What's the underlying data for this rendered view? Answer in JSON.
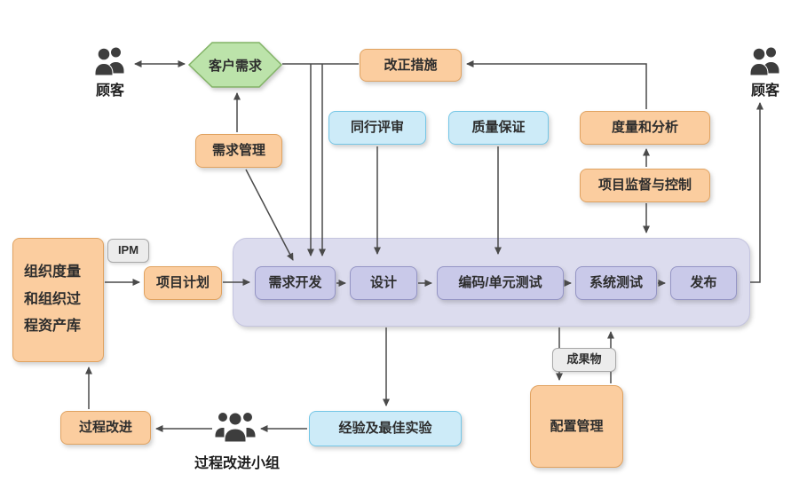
{
  "actors": {
    "customer_left": "顾客",
    "customer_right": "顾客",
    "process_improvement_team": "过程改进小组"
  },
  "nodes": {
    "customer_requirements": "客户需求",
    "corrective_actions": "改正措施",
    "requirements_management": "需求管理",
    "peer_review": "同行评审",
    "quality_assurance": "质量保证",
    "measurement_and_analysis": "度量和分析",
    "project_monitoring_and_control": "项目监督与控制",
    "org_process_asset_library": "组织度量和组织过程资产库",
    "project_planning": "项目计划",
    "configuration_management": "配置管理",
    "experience_and_best_practice": "经验及最佳实验",
    "process_improvement": "过程改进"
  },
  "pipeline": {
    "stages": [
      "需求开发",
      "设计",
      "编码/单元测试",
      "系统测试",
      "发布"
    ]
  },
  "labels": {
    "ipm": "IPM",
    "deliverables": "成果物"
  },
  "colors": {
    "orange_fill": "#FBCD9F",
    "orange_border": "#E0A260",
    "green_fill": "#BCE3AA",
    "green_border": "#82B366",
    "cyan_fill": "#CDEBF8",
    "cyan_border": "#74C6E6",
    "pipeline_fill": "#DCDCEE",
    "stage_fill": "#C9C9E9",
    "stage_border": "#9595C5",
    "gray_label_fill": "#ECECEC",
    "line": "#4A4A4A",
    "icon": "#3D3D3D"
  }
}
